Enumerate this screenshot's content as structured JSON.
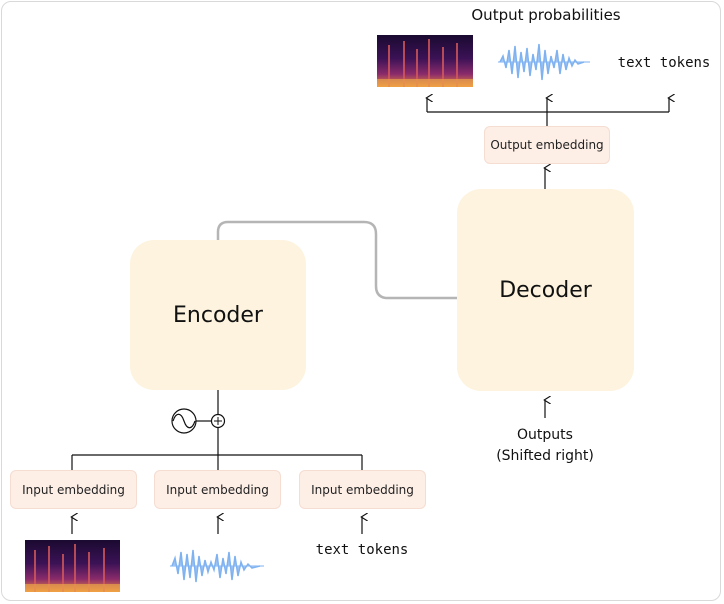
{
  "diagram": {
    "output_title": "Output probabilities",
    "encoder_label": "Encoder",
    "decoder_label": "Decoder",
    "output_embedding_label": "Output embedding",
    "input_embeddings": [
      {
        "label": "Input embedding"
      },
      {
        "label": "Input embedding"
      },
      {
        "label": "Input embedding"
      }
    ],
    "outputs_label_line1": "Outputs",
    "outputs_label_line2": "(Shifted right)",
    "text_tokens_top": "text tokens",
    "text_tokens_bottom": "text tokens",
    "icons": [
      "spectrogram-image",
      "audio-waveform-icon",
      "sinusoid-icon",
      "add-operator-icon",
      "arrow-icon"
    ],
    "colors": {
      "block_fill": "#fdf3de",
      "embedding_fill": "#fdeee6",
      "waveform": "#7fb2f0",
      "connector": "#b5b5b5",
      "spectrogram_bg": "#1a0a30"
    }
  }
}
